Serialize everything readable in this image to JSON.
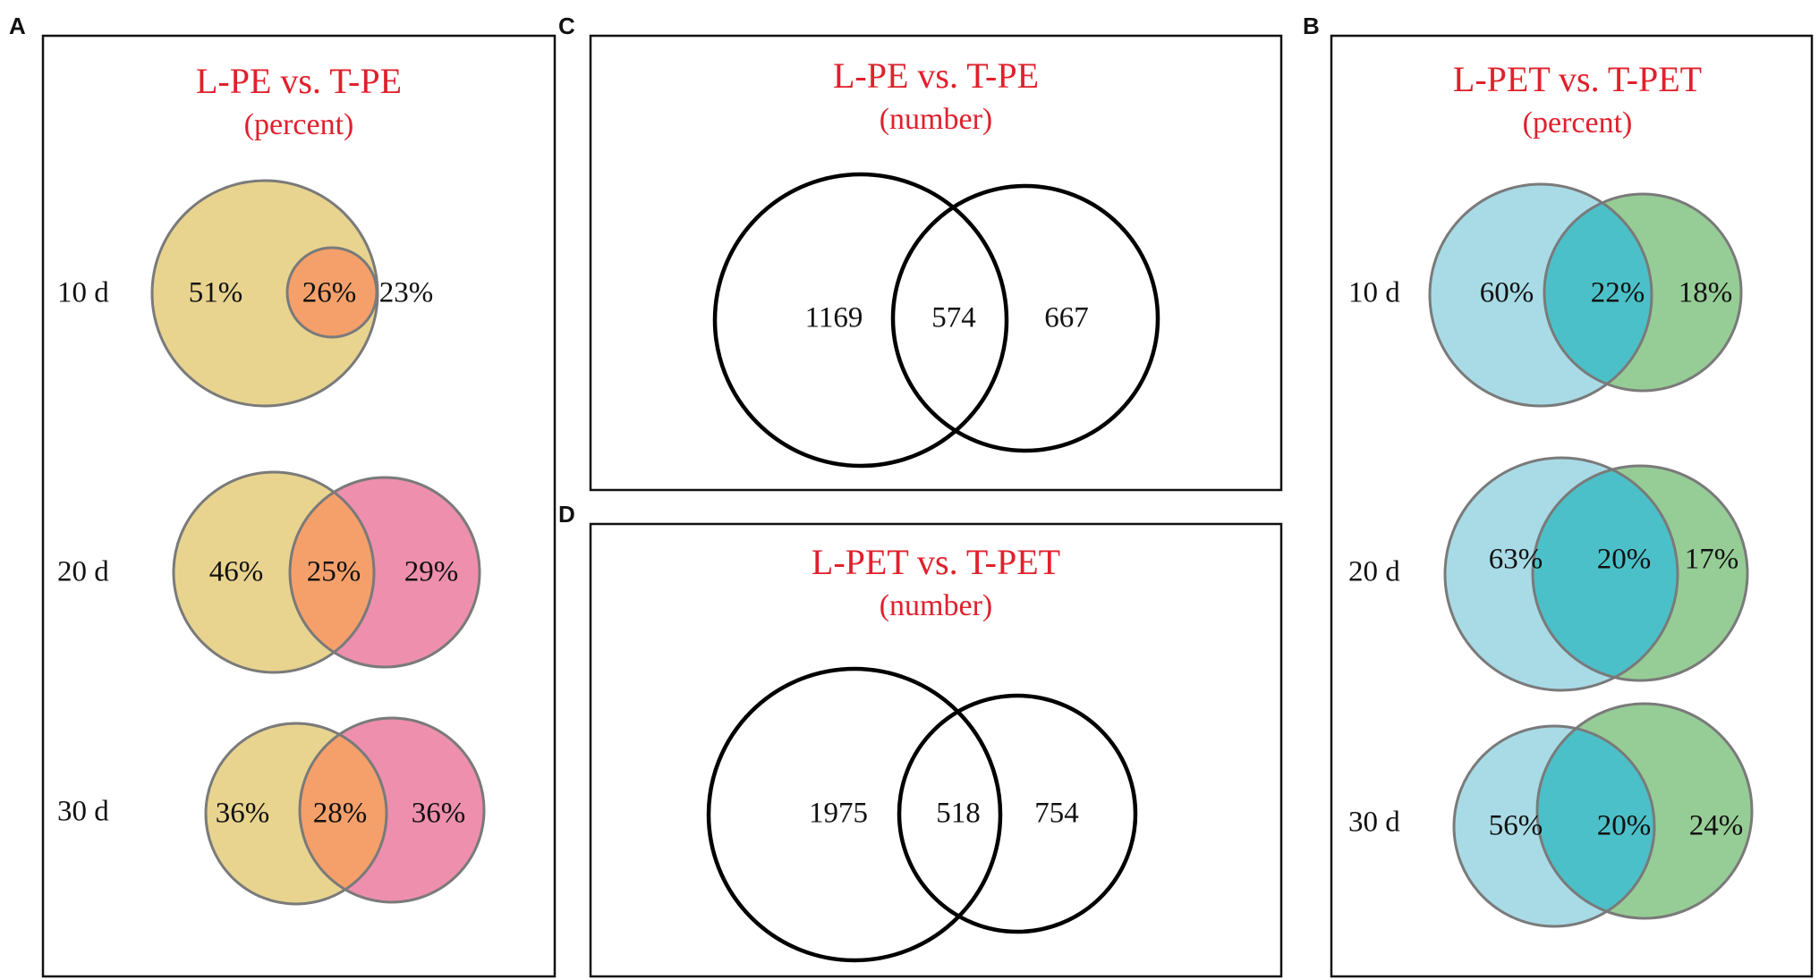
{
  "colors": {
    "title_red": "#e0202c",
    "pe_left": "#e8d48f",
    "pe_overlap": "#f5a06a",
    "pe_right": "#ee8fae",
    "pet_left": "#a8dbe6",
    "pet_overlap": "#4cc0c8",
    "pet_right": "#96cd96",
    "circle_edge_gray": "#7a7a7a",
    "circle_edge_black": "#000000"
  },
  "panel_A": {
    "letter": "A",
    "title": "L-PE  vs. T-PE",
    "subtitle": "(percent)",
    "rows": [
      {
        "day": "10 d",
        "left": "51%",
        "overlap": "26%",
        "right": "23%"
      },
      {
        "day": "20 d",
        "left": "46%",
        "overlap": "25%",
        "right": "29%"
      },
      {
        "day": "30 d",
        "left": "36%",
        "overlap": "28%",
        "right": "36%"
      }
    ]
  },
  "panel_B": {
    "letter": "B",
    "title": "L-PET  vs. T-PET",
    "subtitle": "(percent)",
    "rows": [
      {
        "day": "10 d",
        "left": "60%",
        "overlap": "22%",
        "right": "18%"
      },
      {
        "day": "20 d",
        "left": "63%",
        "overlap": "20%",
        "right": "17%"
      },
      {
        "day": "30 d",
        "left": "56%",
        "overlap": "20%",
        "right": "24%"
      }
    ]
  },
  "panel_C": {
    "letter": "C",
    "title": "L-PE  vs. T-PE",
    "subtitle": "(number)",
    "left": "1169",
    "overlap": "574",
    "right": "667"
  },
  "panel_D": {
    "letter": "D",
    "title": "L-PET vs. T-PET",
    "subtitle": "(number)",
    "left": "1975",
    "overlap": "518",
    "right": "754"
  }
}
